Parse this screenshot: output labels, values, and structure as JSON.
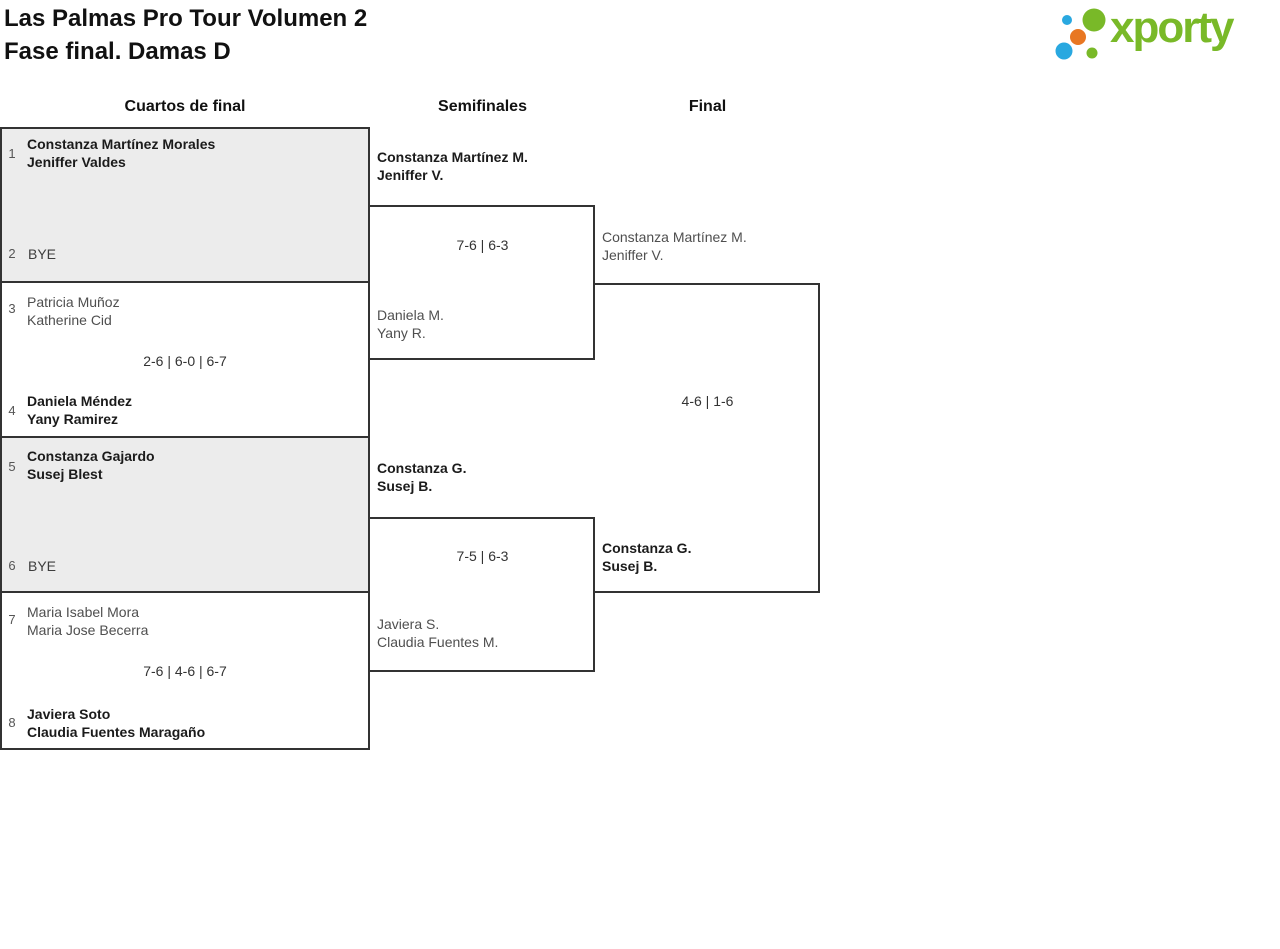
{
  "header": {
    "title_line1": "Las Palmas Pro Tour Volumen 2",
    "title_line2": "Fase final. Damas D"
  },
  "logo": {
    "wordmark": "xporty"
  },
  "colors": {
    "logo_green": "#79b928",
    "logo_blue": "#29a8e0",
    "logo_orange": "#e87722",
    "border": "#333333",
    "match_alt_bg": "#ececec",
    "winner_text": "#1b1b1b",
    "loser_text": "#4f4f4f"
  },
  "round_headers": {
    "quarterfinals": "Cuartos de final",
    "semifinals": "Semifinales",
    "final": "Final"
  },
  "matches": {
    "qf": [
      {
        "seedTop": "1",
        "teamTop": [
          "Constanza Martínez Morales",
          "Jeniffer Valdes"
        ],
        "seedBottom": "2",
        "teamBottom": [
          "BYE"
        ],
        "winner": "top"
      },
      {
        "seedTop": "3",
        "teamTop": [
          "Patricia Muñoz",
          "Katherine Cid"
        ],
        "seedBottom": "4",
        "teamBottom": [
          "Daniela Méndez",
          "Yany Ramirez"
        ],
        "score": "2-6 | 6-0 | 6-7",
        "winner": "bottom"
      },
      {
        "seedTop": "5",
        "teamTop": [
          "Constanza Gajardo",
          "Susej Blest"
        ],
        "seedBottom": "6",
        "teamBottom": [
          "BYE"
        ],
        "winner": "top"
      },
      {
        "seedTop": "7",
        "teamTop": [
          "Maria Isabel Mora",
          "Maria Jose Becerra"
        ],
        "seedBottom": "8",
        "teamBottom": [
          "Javiera Soto",
          "Claudia Fuentes Maragaño"
        ],
        "score": "7-6 | 4-6 | 6-7",
        "winner": "bottom"
      }
    ],
    "sf": [
      {
        "teamTop": [
          "Constanza Martínez M.",
          "Jeniffer V."
        ],
        "teamBottom": [
          "Daniela M.",
          "Yany R."
        ],
        "score": "7-6 | 6-3",
        "winner": "top"
      },
      {
        "teamTop": [
          "Constanza G.",
          "Susej B."
        ],
        "teamBottom": [
          "Javiera S.",
          "Claudia Fuentes M."
        ],
        "score": "7-5 | 6-3",
        "winner": "top"
      }
    ],
    "final": {
      "teamTop": [
        "Constanza Martínez M.",
        "Jeniffer V."
      ],
      "teamBottom": [
        "Constanza G.",
        "Susej B."
      ],
      "score": "4-6 | 1-6",
      "winner": "bottom"
    }
  }
}
